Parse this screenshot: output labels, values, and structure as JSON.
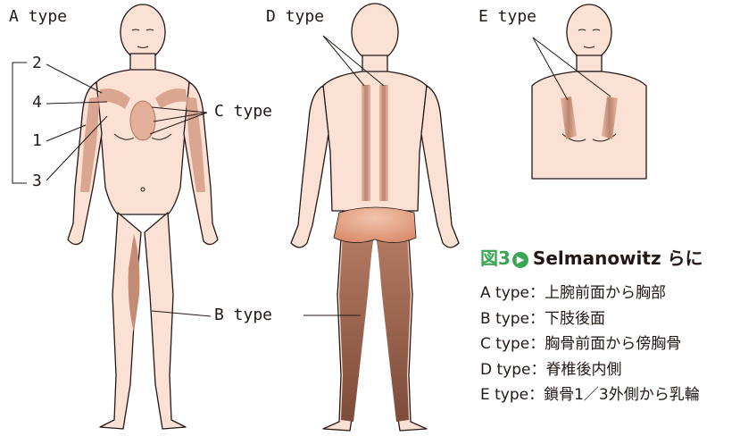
{
  "labels": {
    "a_type": "A type",
    "d_type": "D type",
    "e_type": "E type",
    "c_type": "C type",
    "b_type": "B type",
    "n2": "2",
    "n4": "4",
    "n1": "1",
    "n3": "3"
  },
  "caption": {
    "fig_num": "図3",
    "title": "Selmanowitz らに",
    "items": [
      "A type：上腕前面から胸部",
      "B type：下肢後面",
      "C type：胸骨前面から傍胸骨",
      "D type：脊椎後内側",
      "E type：鎖骨1／3外側から乳輪"
    ]
  },
  "colors": {
    "skin": "#fbe1d3",
    "outline": "#231815",
    "lesion_light": "#e8b29a",
    "lesion_dark": "#a56a55",
    "accent_green": "#3aa653"
  }
}
